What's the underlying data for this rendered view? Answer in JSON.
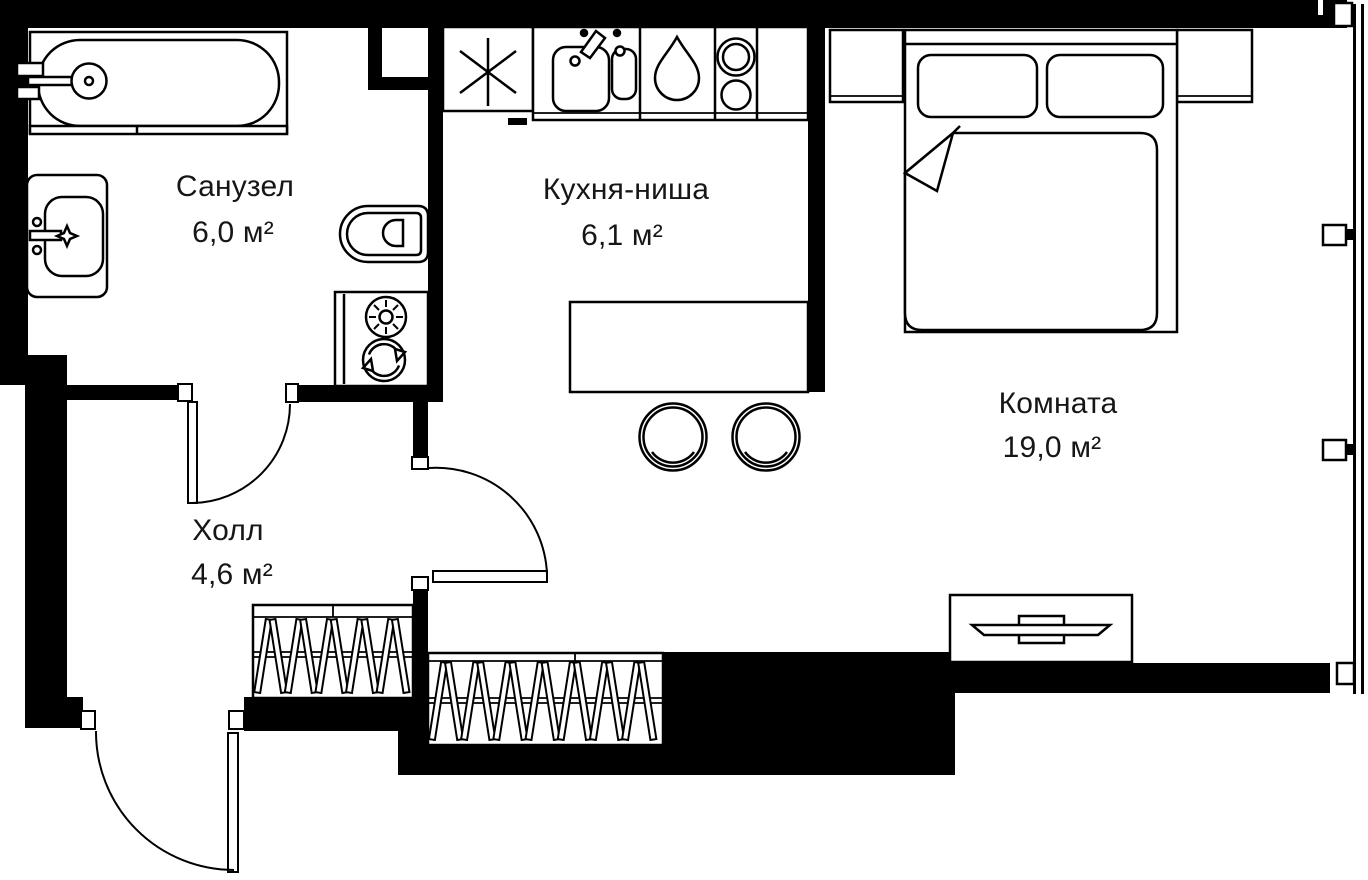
{
  "rooms": [
    {
      "name": "Санузел",
      "area": "6,0 м²"
    },
    {
      "name": "Кухня-ниша",
      "area": "6,1 м²"
    },
    {
      "name": "Комната",
      "area": "19,0 м²"
    },
    {
      "name": "Холл",
      "area": "4,6 м²"
    }
  ],
  "colors": {
    "wall": "#000000",
    "line": "#000000",
    "floor": "#ffffff",
    "text": "#161616"
  },
  "icons": [
    "bathtub-icon",
    "washbasin-icon",
    "toilet-icon",
    "washing-machine-icon",
    "refrigerator-icon",
    "kitchen-sink-icon",
    "dishwasher-drop-icon",
    "cooktop-icon",
    "dining-table-icon",
    "chair-icon",
    "double-bed-icon",
    "pillow-icon",
    "nightstand-icon",
    "wardrobe-icon",
    "tv-console-icon",
    "door-icon",
    "window-icon"
  ]
}
